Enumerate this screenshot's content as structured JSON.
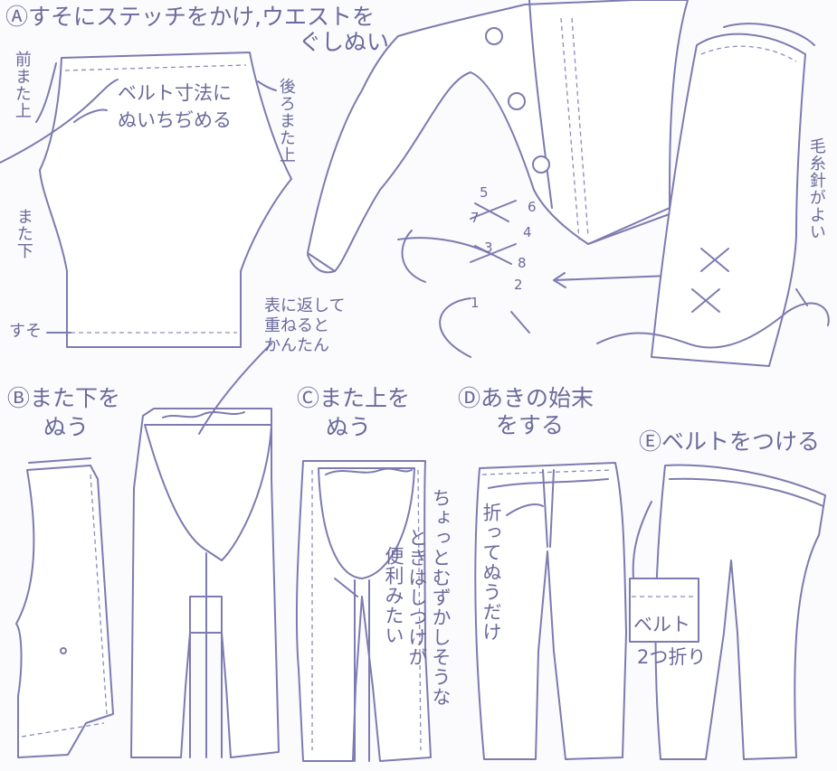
{
  "steps": {
    "a": {
      "title": "Ⓐすそにステッチをかけ,ウエストを",
      "title2": "ぐしぬい"
    },
    "b": {
      "title": "Ⓑまた下を",
      "title2": "ぬう"
    },
    "c": {
      "title": "Ⓒまた上を",
      "title2": "ぬう"
    },
    "d": {
      "title": "Ⓓあきの始末",
      "title2": "をする"
    },
    "e": {
      "title": "Ⓔベルトをつける"
    }
  },
  "labels": {
    "mae_matagami": "前また上",
    "belt_sunpo1": "ベルト寸法に",
    "belt_sunpo2": "ぬいちぢめる",
    "ushiro_matagami": "後ろまた上",
    "matashita": "また下",
    "suso": "すそ",
    "omote1": "表に返して",
    "omote2": "重ねると",
    "omote3": "かんたん",
    "keito": "毛糸針がよい",
    "chotto": "ちょっとむずかしそうな",
    "shitsuke": "ときはしつけが",
    "benri": "便利みたい",
    "otte": "折ってぬうだけ",
    "belt": "ベルト",
    "futatsu": "2つ折り"
  },
  "stitch_numbers": [
    "1",
    "2",
    "3",
    "4",
    "5",
    "6",
    "7",
    "8"
  ]
}
